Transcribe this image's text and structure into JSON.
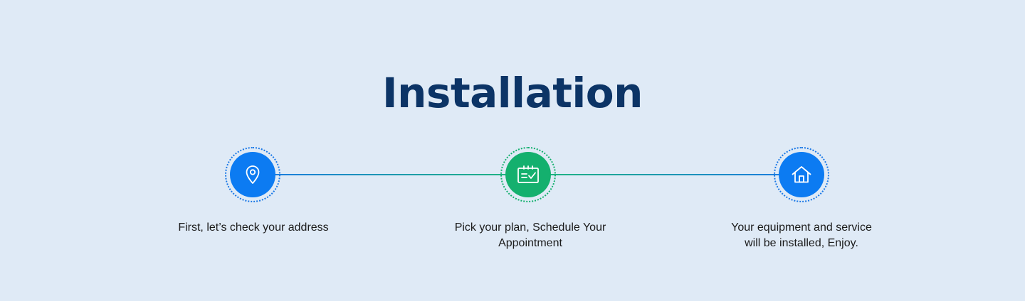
{
  "section": {
    "title": "Installation"
  },
  "steps": [
    {
      "icon": "map-pin-icon",
      "color": "#0c7bf2",
      "caption_lines": [
        "First, let’s check your address"
      ]
    },
    {
      "icon": "calendar-check-icon",
      "color": "#14b06e",
      "caption_lines": [
        "Pick your plan, Schedule Your",
        "Appointment"
      ]
    },
    {
      "icon": "home-icon",
      "color": "#0c7bf2",
      "caption_lines": [
        "Your equipment and service",
        "will be installed, Enjoy."
      ]
    }
  ],
  "colors": {
    "background": "#dfeaf6",
    "title": "#0c3466",
    "blue": "#0c7bf2",
    "green": "#14b06e"
  }
}
